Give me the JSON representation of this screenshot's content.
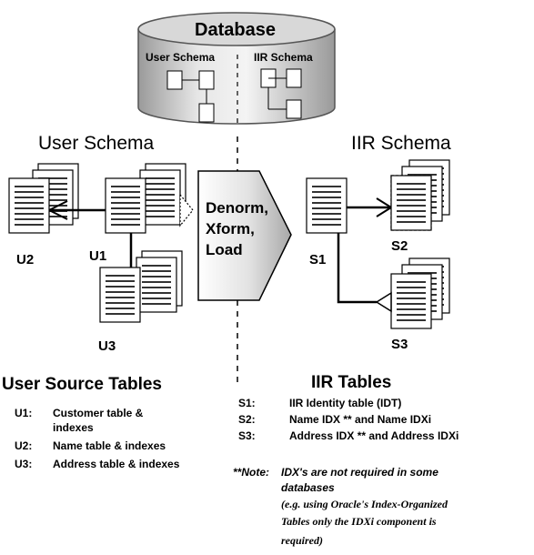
{
  "database": {
    "title": "Database",
    "user_schema_label": "User Schema",
    "iir_schema_label": "IIR Schema"
  },
  "user_schema": {
    "heading": "User Schema",
    "tables": {
      "u1": "U1",
      "u2": "U2",
      "u3": "U3"
    }
  },
  "iir_schema": {
    "heading": "IIR Schema",
    "tables": {
      "s1": "S1",
      "s2": "S2",
      "s3": "S3"
    }
  },
  "process_arrow": {
    "lines": [
      "Denorm,",
      "Xform,",
      "Load"
    ]
  },
  "user_source_tables": {
    "heading": "User Source Tables",
    "items": [
      {
        "code": "U1:",
        "desc_line1": "Customer table &",
        "desc_line2": "indexes"
      },
      {
        "code": "U2:",
        "desc_line1": "Name table & indexes",
        "desc_line2": ""
      },
      {
        "code": "U3:",
        "desc_line1": "Address table & indexes",
        "desc_line2": ""
      }
    ]
  },
  "iir_tables": {
    "heading": "IIR Tables",
    "items": [
      {
        "code": "S1:",
        "desc": "IIR Identity table (IDT)"
      },
      {
        "code": "S2:",
        "desc": "Name IDX ** and Name IDXi"
      },
      {
        "code": "S3:",
        "desc": "Address IDX ** and Address IDXi"
      }
    ]
  },
  "note": {
    "prefix": "**Note:",
    "line1": "IDX's are not required in some",
    "line2": "databases",
    "line3": "(e.g. using Oracle's Index-Organized",
    "line4": "Tables only the IDXi component is",
    "line5": "required)"
  }
}
